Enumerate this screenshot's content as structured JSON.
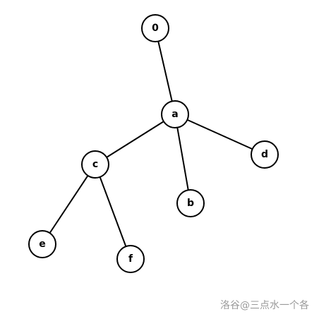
{
  "tree": {
    "nodes": [
      {
        "id": "0",
        "label": "0"
      },
      {
        "id": "a",
        "label": "a"
      },
      {
        "id": "c",
        "label": "c"
      },
      {
        "id": "b",
        "label": "b"
      },
      {
        "id": "d",
        "label": "d"
      },
      {
        "id": "e",
        "label": "e"
      },
      {
        "id": "f",
        "label": "f"
      }
    ],
    "edges": [
      {
        "from": "0",
        "to": "a"
      },
      {
        "from": "a",
        "to": "c"
      },
      {
        "from": "a",
        "to": "b"
      },
      {
        "from": "a",
        "to": "d"
      },
      {
        "from": "c",
        "to": "e"
      },
      {
        "from": "c",
        "to": "f"
      }
    ]
  },
  "watermark": {
    "text": "洛谷@三点水一个各"
  }
}
